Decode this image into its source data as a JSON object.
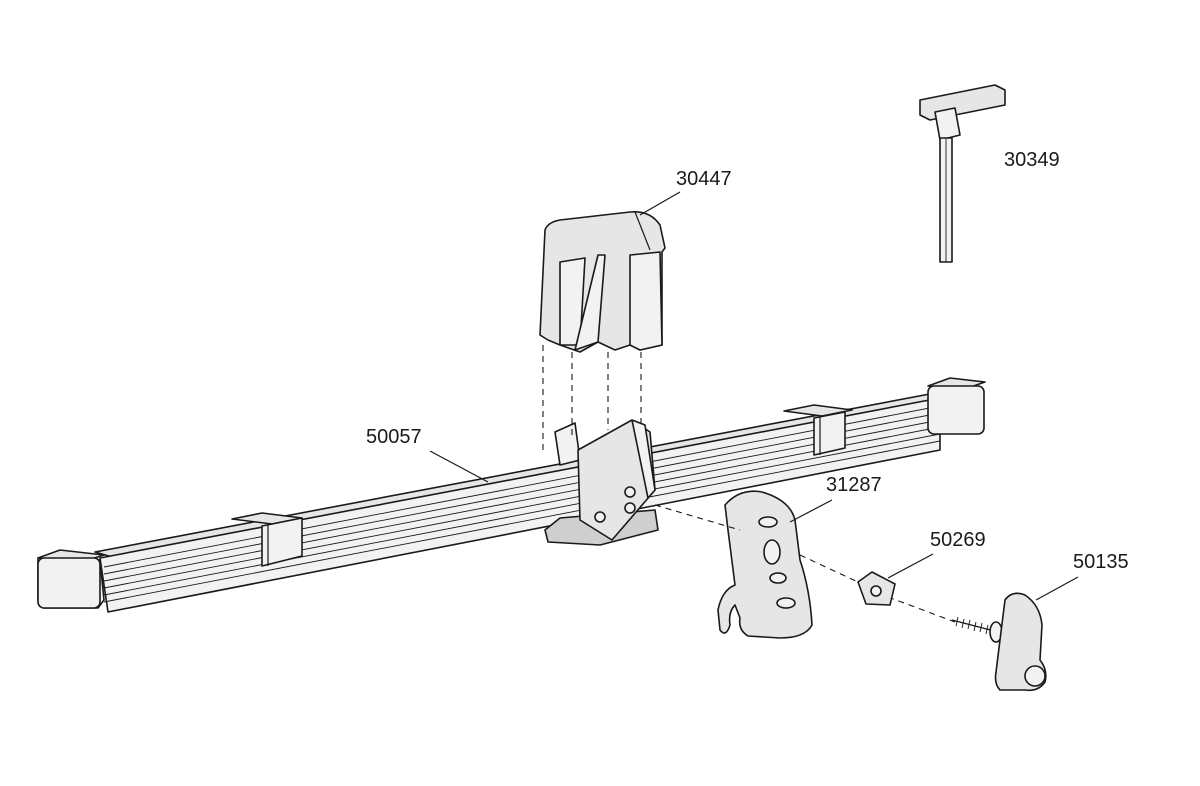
{
  "labels": {
    "hex_key": "30349",
    "top_cover": "30447",
    "load_bar": "50057",
    "clamp_body": "31287",
    "nut_plate": "50269",
    "knob_screw": "50135"
  },
  "colors": {
    "line": "#1a1a1a",
    "light_fill": "#e6e6e6",
    "mid_fill": "#cfcfcf",
    "background": "#ffffff"
  }
}
